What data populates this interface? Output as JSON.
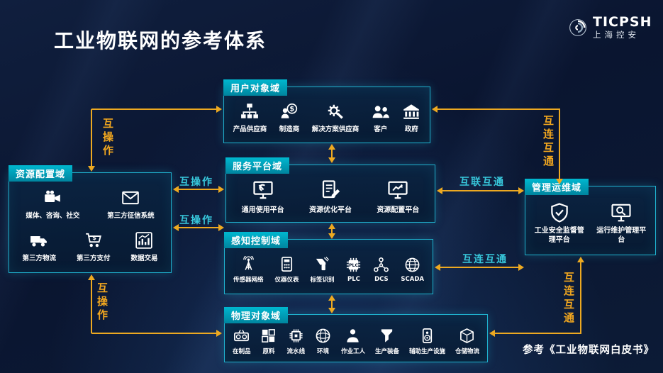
{
  "page": {
    "title": "工业物联网的参考体系",
    "footnote": "参考《工业物联网白皮书》",
    "logo": {
      "brand": "TICPSH",
      "subtitle": "上海控安",
      "icon": "brand-swirl-icon"
    }
  },
  "domains": {
    "user": {
      "title": "用户对象域",
      "items": [
        {
          "label": "产品供应商",
          "icon": "org-chart-icon"
        },
        {
          "label": "制造商",
          "icon": "dollar-person-icon"
        },
        {
          "label": "解决方案供应商",
          "icon": "gear-wrench-icon"
        },
        {
          "label": "客户",
          "icon": "people-icon"
        },
        {
          "label": "政府",
          "icon": "government-building-icon"
        }
      ]
    },
    "service": {
      "title": "服务平台域",
      "items": [
        {
          "label": "通用使用平台",
          "icon": "monitor-wrench-icon"
        },
        {
          "label": "资源优化平台",
          "icon": "document-pencil-icon"
        },
        {
          "label": "资源配置平台",
          "icon": "monitor-chart-icon"
        }
      ]
    },
    "perception": {
      "title": "感知控制域",
      "items": [
        {
          "label": "传感器网络",
          "icon": "antenna-icon"
        },
        {
          "label": "仪器仪表",
          "icon": "meter-icon"
        },
        {
          "label": "标签识别",
          "icon": "scanner-icon"
        },
        {
          "label": "PLC",
          "icon": "plc-chip-icon"
        },
        {
          "label": "DCS",
          "icon": "dcs-nodes-icon"
        },
        {
          "label": "SCADA",
          "icon": "globe-network-icon"
        }
      ]
    },
    "physical": {
      "title": "物理对象域",
      "items": [
        {
          "label": "在制品",
          "icon": "boombox-icon"
        },
        {
          "label": "原料",
          "icon": "material-grid-icon"
        },
        {
          "label": "流水线",
          "icon": "chip-icon"
        },
        {
          "label": "环境",
          "icon": "globe-icon"
        },
        {
          "label": "作业工人",
          "icon": "worker-icon"
        },
        {
          "label": "生产装备",
          "icon": "equipment-icon"
        },
        {
          "label": "辅助生产设施",
          "icon": "speaker-icon"
        },
        {
          "label": "仓储物流",
          "icon": "package-box-icon"
        }
      ]
    },
    "resource": {
      "title": "资源配置域",
      "items": [
        {
          "label": "媒体、咨询、社交",
          "icon": "video-camera-icon"
        },
        {
          "label": "第三方征信系统",
          "icon": "envelope-icon"
        },
        {
          "label": "第三方物流",
          "icon": "truck-icon"
        },
        {
          "label": "第三方支付",
          "icon": "cart-dollar-icon"
        },
        {
          "label": "数据交易",
          "icon": "data-chart-icon"
        }
      ]
    },
    "management": {
      "title": "管理运维域",
      "items": [
        {
          "label": "工业安全监督管理平台",
          "icon": "shield-check-icon"
        },
        {
          "label": "运行维护管理平台",
          "icon": "monitor-magnifier-icon"
        }
      ]
    }
  },
  "connections": {
    "left_top": {
      "label": "互操作"
    },
    "mid_upper": {
      "label": "互操作"
    },
    "mid_lower": {
      "label": "互操作"
    },
    "left_bottom": {
      "label": "互操作"
    },
    "right_top": {
      "label": "互连互通"
    },
    "service_mgmt": {
      "label": "互联互通"
    },
    "perception_mgmt": {
      "label": "互连互通"
    },
    "right_bottom": {
      "label": "互连互通"
    }
  },
  "colors": {
    "background": "#0a1530",
    "box_border_cyan": "#1fb0cd",
    "tab_cyan": "#00b7cf",
    "arrow_yellow": "#eda921",
    "label_cyan": "#38c9dd",
    "text_white": "#ffffff"
  }
}
